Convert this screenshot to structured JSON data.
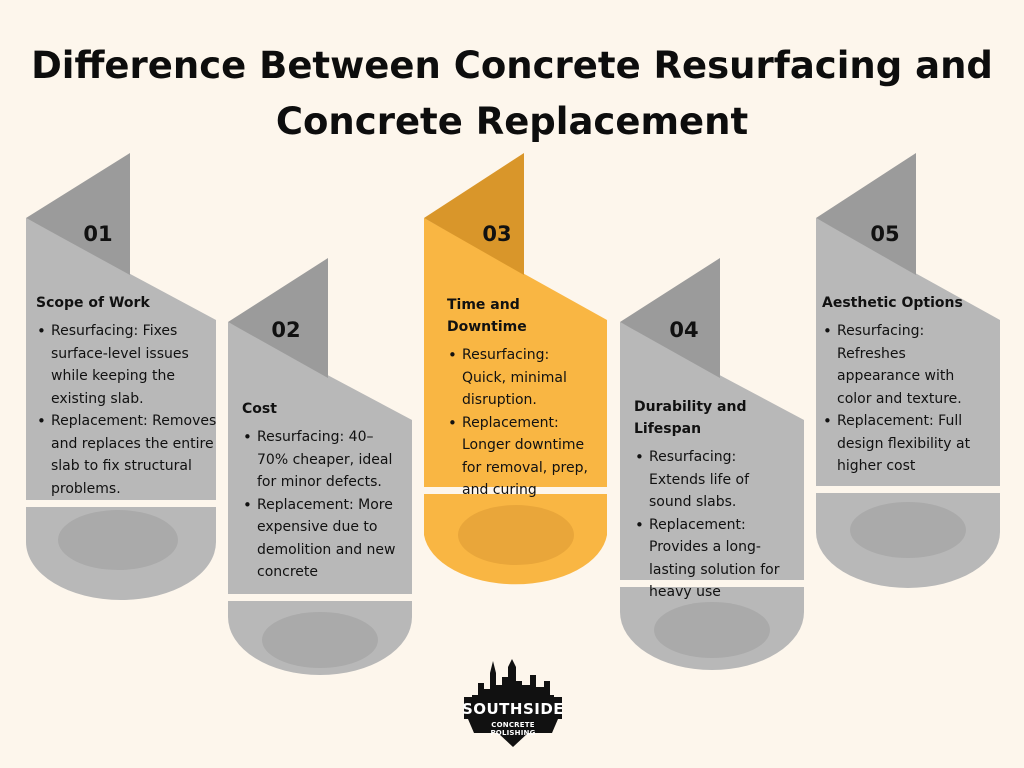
{
  "page": {
    "title": "Difference Between Concrete Resurfacing and Concrete Replacement",
    "colors": {
      "background": "#fdf6ec",
      "gray": "#b8b8b8",
      "gray_dark": "#9b9b9b",
      "accent": "#f9b643",
      "accent_dark": "#d9962a"
    }
  },
  "cards": [
    {
      "number": "01",
      "heading": "Scope of Work",
      "bullets": [
        "Resurfacing: Fixes surface-level issues while keeping the existing slab.",
        "Replacement: Removes and replaces the entire slab to fix structural problems."
      ]
    },
    {
      "number": "02",
      "heading": "Cost",
      "bullets": [
        "Resurfacing: 40–70% cheaper, ideal for minor defects.",
        "Replacement: More expensive due to demolition and new concrete"
      ]
    },
    {
      "number": "03",
      "heading": "Time and Downtime",
      "bullets": [
        "Resurfacing: Quick, minimal disruption.",
        "Replacement: Longer downtime for removal, prep, and curing"
      ]
    },
    {
      "number": "04",
      "heading": "Durability and Lifespan",
      "bullets": [
        "Resurfacing: Extends life of sound slabs.",
        "Replacement: Provides a long-lasting solution for heavy use"
      ]
    },
    {
      "number": "05",
      "heading": "Aesthetic Options",
      "bullets": [
        "Resurfacing: Refreshes appearance with color and texture.",
        "Replacement: Full design flexibility at higher cost"
      ]
    }
  ],
  "logo": {
    "line1": "SOUTHSIDE",
    "line2": "CONCRETE POLISHING"
  }
}
